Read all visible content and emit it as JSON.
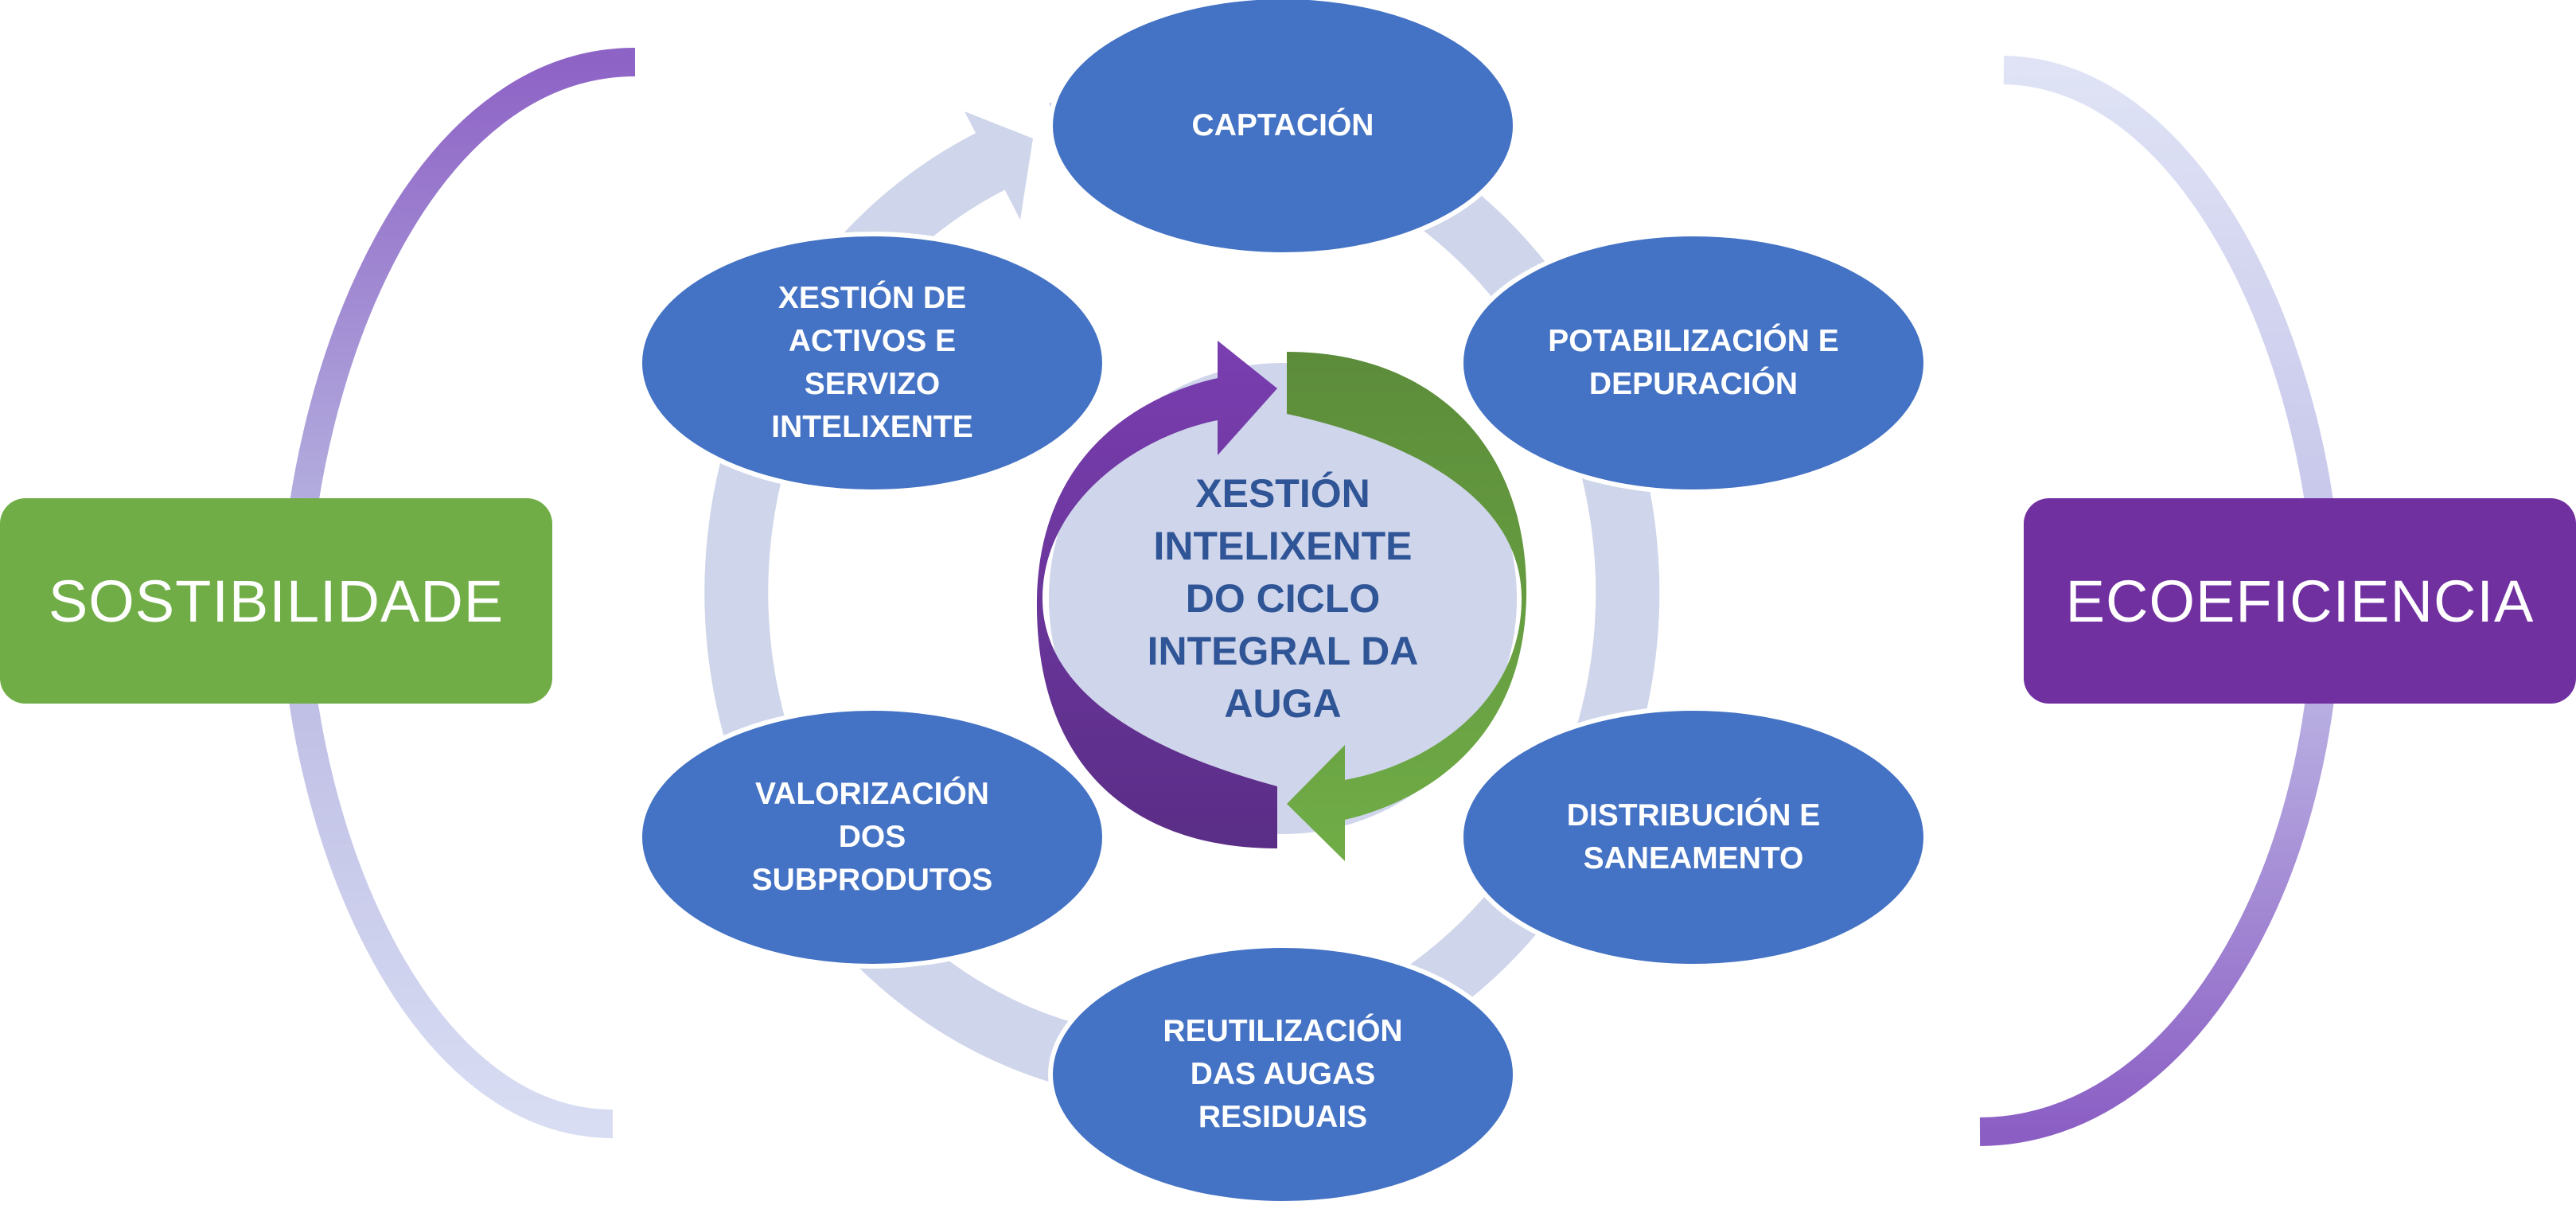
{
  "center": {
    "text": "XESTIÓN\nINTELIXENTE\nDO CICLO\nINTEGRAL DA\nAUGA"
  },
  "nodes": [
    {
      "id": "captacion",
      "text": "CAPTACIÓN"
    },
    {
      "id": "potabilizacion",
      "text": "POTABILIZACIÓN E\nDEPURACIÓN"
    },
    {
      "id": "distribucion",
      "text": "DISTRIBUCIÓN E\nSANEAMENTO"
    },
    {
      "id": "reutilizacion",
      "text": "REUTILIZACIÓN\nDAS AUGAS\nRESIDUAIS"
    },
    {
      "id": "valorizacion",
      "text": "VALORIZACIÓN\nDOS\nSUBPRODUTOS"
    },
    {
      "id": "xestion-activos",
      "text": "XESTIÓN DE\nACTIVOS E\nSERVIZO\nINTELIXENTE"
    }
  ],
  "sides": {
    "left": {
      "text": "SOSTIBILIDADE",
      "color": "#70ad47"
    },
    "right": {
      "text": "ECOEFICIENCIA",
      "color": "#7030a0"
    }
  },
  "colors": {
    "node_fill": "#4472c4",
    "ring": "#cfd5ea",
    "center_fill": "#cfd5ea",
    "arrow_green": "#70ad47",
    "arrow_purple": "#7030a0"
  }
}
